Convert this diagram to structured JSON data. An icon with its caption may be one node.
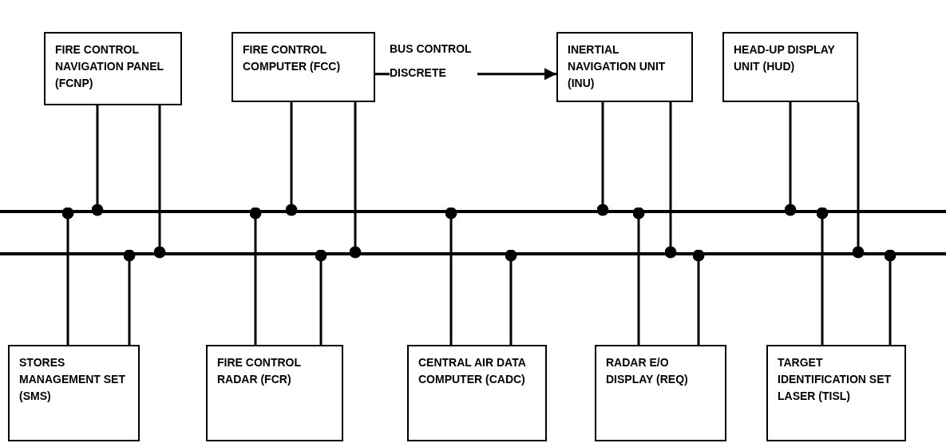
{
  "diagram": {
    "nodes": [
      {
        "text": [
          "FIRE CONTROL NAVIGATION PANEL (FCNP)"
        ]
      },
      {
        "text": [
          "FIRE CONTROL COMPUTER (FCC)"
        ]
      },
      {
        "text": [
          "INERTIAL NAVIGATION UNIT (INU)"
        ]
      },
      {
        "text": [
          "HEAD-UP DISPLAY UNIT (HUD)"
        ]
      },
      {
        "text": [],
        "shape": "bar"
      },
      {
        "text": [],
        "shape": "bar"
      },
      {
        "text": [
          "STORES MANAGEMENT SET (SMS)"
        ]
      },
      {
        "text": [
          "FIRE CONTROL RADAR (FCR)"
        ]
      },
      {
        "text": [
          "CENTRAL AIR DATA COMPUTER (CADC)"
        ]
      },
      {
        "text": [
          "RADAR E/O DISPLAY (REQ)"
        ]
      },
      {
        "text": [
          "TARGET IDENTIFICATION SET LASER (TISL)"
        ]
      }
    ],
    "edges": [
      {
        "from": 0,
        "to": 4,
        "arrow": "other"
      },
      {
        "from": 0,
        "to": 5,
        "arrow": "other"
      },
      {
        "from": 1,
        "to": 4,
        "arrow": "other"
      },
      {
        "from": 1,
        "to": 5,
        "arrow": "other"
      },
      {
        "from": 1,
        "to": 2,
        "arrow": "to",
        "label": "BUS CONTROL DISCRETE"
      },
      {
        "from": 2,
        "to": 4,
        "arrow": "other"
      },
      {
        "from": 2,
        "to": 5,
        "arrow": "other"
      },
      {
        "from": 3,
        "to": 4,
        "arrow": "other"
      },
      {
        "from": 3,
        "to": 5,
        "arrow": "other"
      },
      {
        "from": 6,
        "to": 4,
        "arrow": "other"
      },
      {
        "from": 6,
        "to": 5,
        "arrow": "other"
      },
      {
        "from": 7,
        "to": 4,
        "arrow": "other"
      },
      {
        "from": 7,
        "to": 5,
        "arrow": "other"
      },
      {
        "from": 8,
        "to": 4,
        "arrow": "other"
      },
      {
        "from": 8,
        "to": 5,
        "arrow": "other"
      },
      {
        "from": 9,
        "to": 4,
        "arrow": "other"
      },
      {
        "from": 9,
        "to": 5,
        "arrow": "other"
      },
      {
        "from": 10,
        "to": 4,
        "arrow": "other"
      },
      {
        "from": 10,
        "to": 5,
        "arrow": "other"
      }
    ]
  }
}
